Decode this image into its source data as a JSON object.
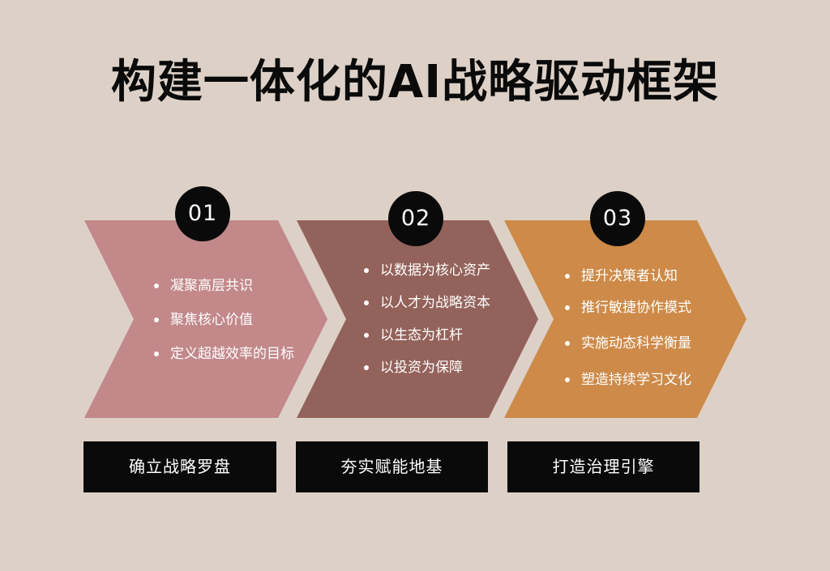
{
  "title": "构建一体化的AI战略驱动框架",
  "colors": {
    "background": "#ddd1c7",
    "step1": "#c2888a",
    "step2": "#93625a",
    "step3": "#cd8a48",
    "dark": "#0a0a0a"
  },
  "steps": [
    {
      "number": "01",
      "bullets": [
        "凝聚高层共识",
        "聚焦核心价值",
        "定义超越效率的目标"
      ],
      "label": "确立战略罗盘"
    },
    {
      "number": "02",
      "bullets": [
        "以数据为核心资产",
        "以人才为战略资本",
        "以生态为杠杆",
        "以投资为保障"
      ],
      "label": "夯实赋能地基"
    },
    {
      "number": "03",
      "bullets": [
        "提升决策者认知",
        "推行敏捷协作模式",
        "实施动态科学衡量",
        "塑造持续学习文化"
      ],
      "label": "打造治理引擎"
    }
  ]
}
